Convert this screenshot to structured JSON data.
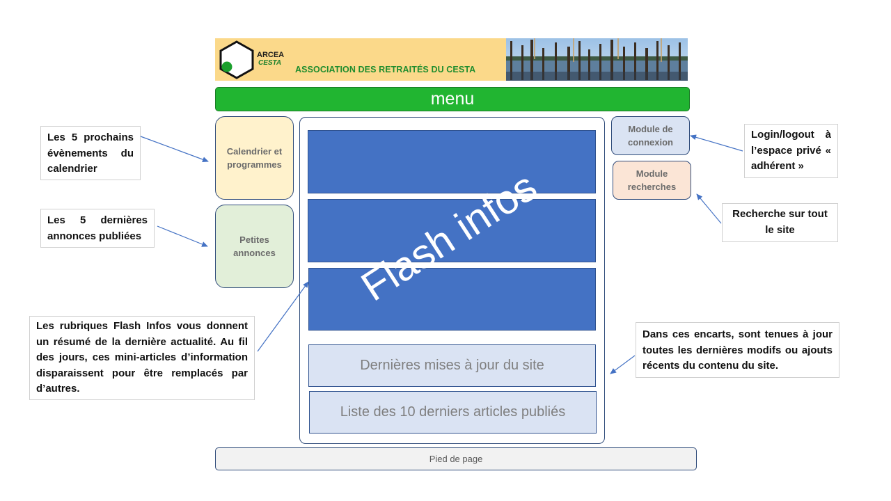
{
  "header": {
    "logo_line1": "ARCEA",
    "logo_line2": "CESTA",
    "association_name": "ASSOCIATION DES RETRAITÉS DU CESTA"
  },
  "menu": {
    "label": "menu"
  },
  "left_modules": {
    "calendar": "Calendrier et programmes",
    "classifieds": "Petites annonces"
  },
  "right_modules": {
    "login": "Module de connexion",
    "search": "Module recherches"
  },
  "center": {
    "flash_label": "Flash infos",
    "updates_label": "Dernières mises à jour du site",
    "articles_label": "Liste des 10 derniers articles publiés"
  },
  "footer": {
    "label": "Pied de page"
  },
  "annotations": {
    "calendar_note": "Les 5 prochains évènements du calendrier",
    "classifieds_note": "Les 5 dernières annonces publiées",
    "flash_note": "Les rubriques Flash Infos vous donnent un résumé de la dernière actualité. Au fil des jours, ces mini-articles d’information disparaissent pour être remplacés par d’autres.",
    "login_note": "Login/logout à l’espace privé « adhérent »",
    "search_note": "Recherche sur tout le site",
    "updates_note": "Dans ces encarts, sont tenues à jour toutes les dernières modifs ou ajouts récents du contenu du site."
  },
  "colors": {
    "menu_green": "#21b531",
    "flash_blue": "#4472c4",
    "light_blue": "#dae3f3",
    "calendar_yellow": "#fff2cc",
    "classifieds_green": "#e2efd9",
    "search_peach": "#fbe5d6",
    "banner_gold": "#fbd98a",
    "arrow_blue": "#4472c4"
  }
}
